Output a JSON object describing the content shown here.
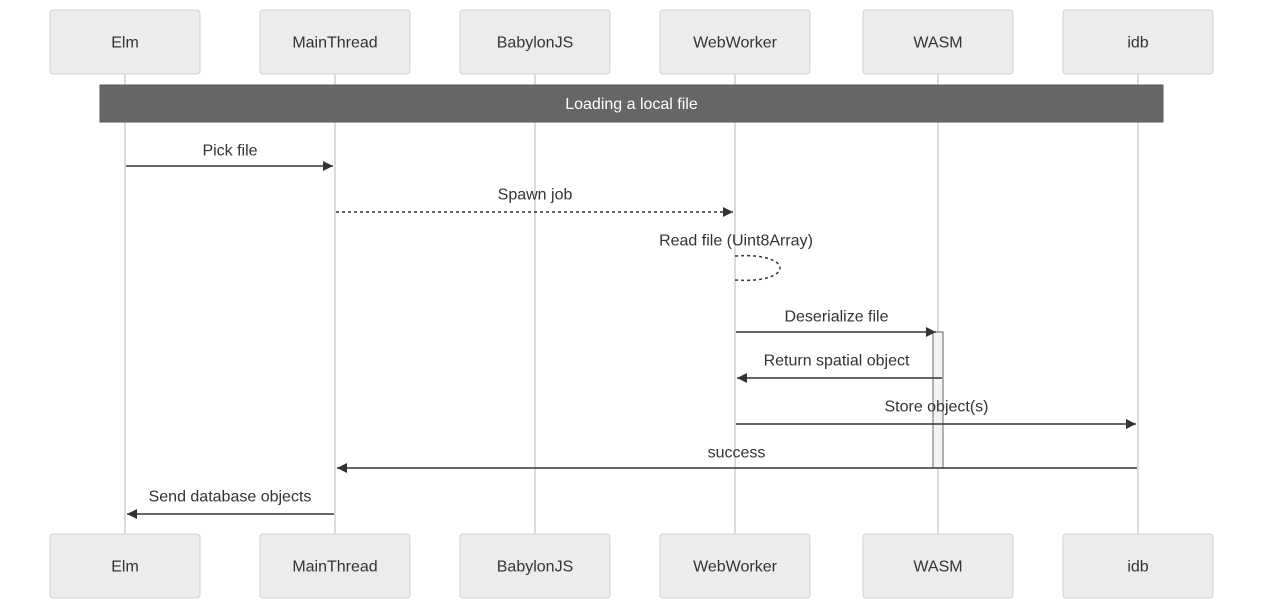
{
  "diagram": {
    "type": "sequence",
    "participants": [
      {
        "id": "elm",
        "label": "Elm"
      },
      {
        "id": "main",
        "label": "MainThread"
      },
      {
        "id": "babylon",
        "label": "BabylonJS"
      },
      {
        "id": "worker",
        "label": "WebWorker"
      },
      {
        "id": "wasm",
        "label": "WASM"
      },
      {
        "id": "idb",
        "label": "idb"
      }
    ],
    "note": {
      "text": "Loading a local file",
      "over": [
        "elm",
        "idb"
      ]
    },
    "messages": [
      {
        "from": "elm",
        "to": "main",
        "label": "Pick file",
        "style": "solid"
      },
      {
        "from": "main",
        "to": "worker",
        "label": "Spawn job",
        "style": "dotted"
      },
      {
        "from": "worker",
        "to": "worker",
        "label": "Read file (Uint8Array)",
        "style": "dotted"
      },
      {
        "from": "worker",
        "to": "wasm",
        "label": "Deserialize file",
        "style": "solid"
      },
      {
        "from": "wasm",
        "to": "worker",
        "label": "Return spatial object",
        "style": "solid"
      },
      {
        "from": "worker",
        "to": "idb",
        "label": "Store object(s)",
        "style": "solid"
      },
      {
        "from": "idb",
        "to": "main",
        "label": "success",
        "style": "solid"
      },
      {
        "from": "main",
        "to": "elm",
        "label": "Send database objects",
        "style": "solid"
      }
    ],
    "activation": {
      "participant": "wasm"
    }
  }
}
